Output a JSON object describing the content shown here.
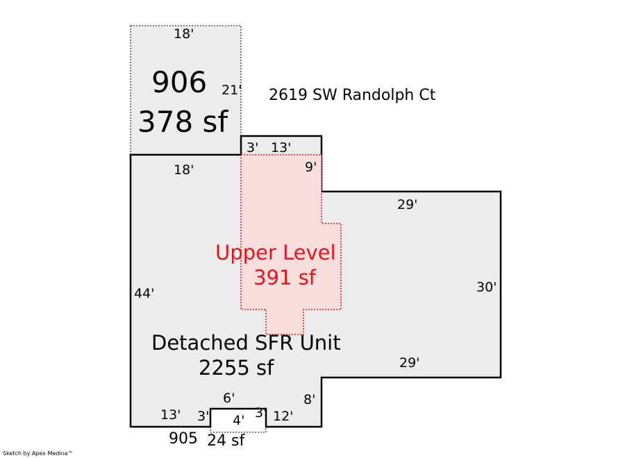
{
  "address": "2619 SW Randolph Ct",
  "credit": "Sketch by Apex Medina™",
  "colors": {
    "outline": "#000000",
    "fill": "#ececec",
    "upper_outline": "#e8121b",
    "upper_fill": "#f9dede",
    "text": "#000000",
    "upper_text": "#e8121b"
  },
  "areas": {
    "area_906": {
      "id": "906",
      "area": "378 sf"
    },
    "main": {
      "name": "Detached SFR Unit",
      "area": "2255 sf"
    },
    "upper": {
      "name": "Upper Level",
      "area": "391 sf"
    },
    "area_905": {
      "id": "905",
      "area": "24 sf"
    }
  },
  "dimensions": {
    "d906_top": "18'",
    "d906_right": "21'",
    "notch_left": "3'",
    "notch_top": "13'",
    "main_top": "18'",
    "notch_right": "9'",
    "wing_top": "29'",
    "wing_right": "30'",
    "main_left": "44'",
    "wing_bottom": "29'",
    "step_right": "8'",
    "bump_top": "6'",
    "bottom_left": "13'",
    "bump_left": "3'",
    "bump_bottom": "4'",
    "bump_right": "3'",
    "bottom_right": "12'"
  }
}
